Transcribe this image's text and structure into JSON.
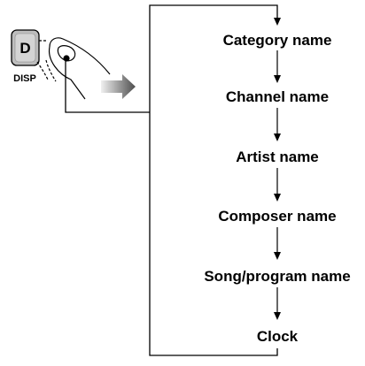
{
  "button": {
    "letter": "D",
    "caption": "DISP",
    "icon": "finger-press-icon"
  },
  "sequence": {
    "steps": [
      "Category name",
      "Channel name",
      "Artist name",
      "Composer name",
      "Song/program name",
      "Clock"
    ],
    "loops_back_to_first": true
  },
  "colors": {
    "line": "#000000",
    "button_fill": "#bdbdbd",
    "push_arrow_dark": "#5a5a5a",
    "push_arrow_light": "#e8e8e8"
  }
}
